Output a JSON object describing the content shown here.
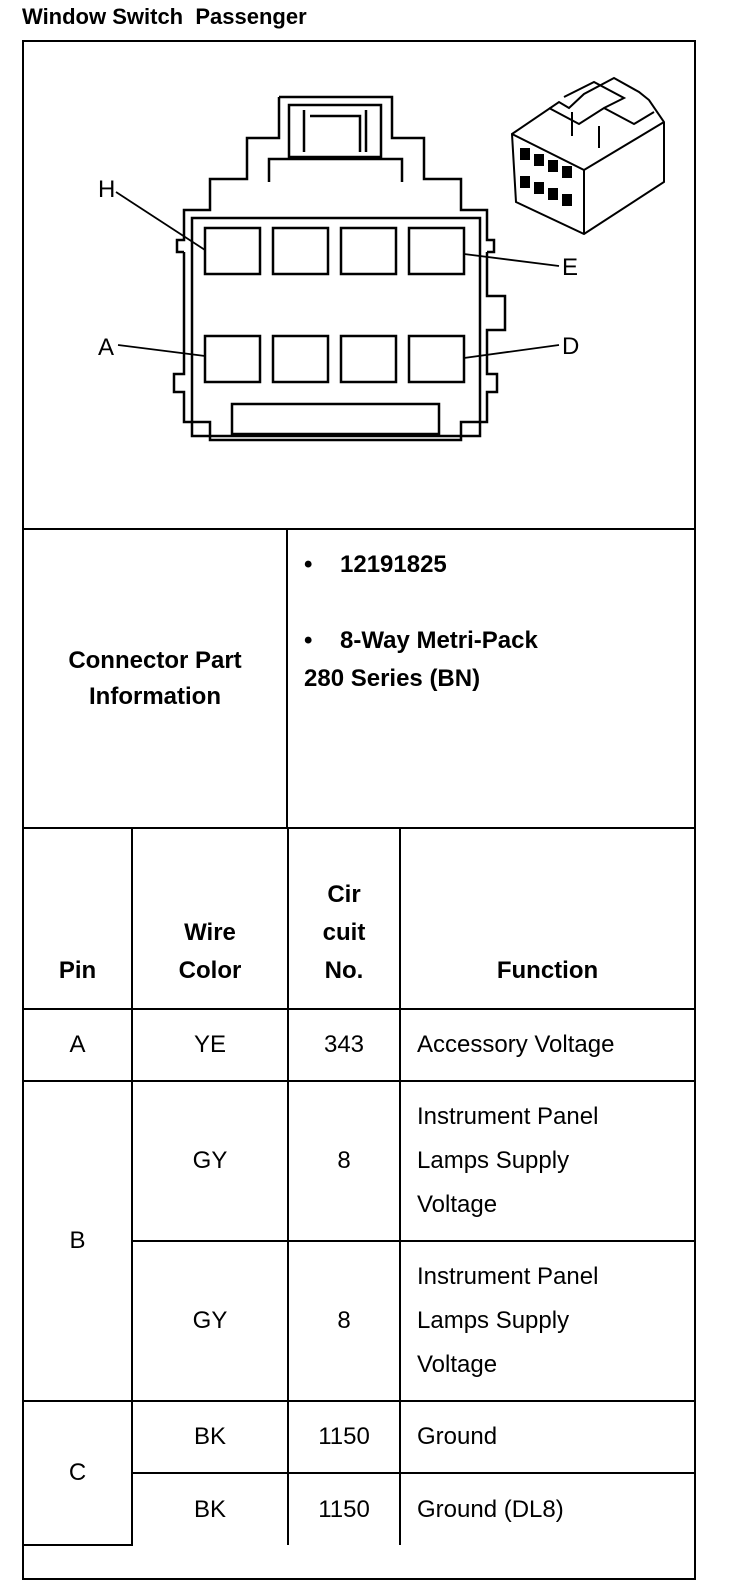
{
  "title": "Window Switch  Passenger",
  "diagram": {
    "pin_labels": {
      "h": "H",
      "e": "E",
      "a": "A",
      "d": "D"
    },
    "icon": "connector-3d-icon"
  },
  "connector_info": {
    "label_line1": "Connector Part",
    "label_line2": "Information",
    "items": [
      {
        "bullet": "•",
        "line1": "12191825",
        "line2": ""
      },
      {
        "bullet": "•",
        "line1": "8-Way Metri-Pack",
        "line2": "280 Series (BN)"
      }
    ]
  },
  "table": {
    "headers": {
      "pin": "Pin",
      "wire_color_1": "Wire",
      "wire_color_2": "Color",
      "circuit_1": "Cir",
      "circuit_2": "cuit",
      "circuit_3": "No.",
      "function": "Function"
    },
    "rows": [
      {
        "pin": "A",
        "color": "YE",
        "circuit": "343",
        "function": [
          "Accessory Voltage"
        ]
      },
      {
        "pin": "B",
        "color": "GY",
        "circuit": "8",
        "function": [
          "Instrument Panel",
          "Lamps Supply",
          "Voltage"
        ]
      },
      {
        "pin": "",
        "color": "GY",
        "circuit": "8",
        "function": [
          "Instrument Panel",
          "Lamps Supply",
          "Voltage"
        ]
      },
      {
        "pin": "C",
        "color": "BK",
        "circuit": "1150",
        "function": [
          "Ground"
        ]
      },
      {
        "pin": "",
        "color": "BK",
        "circuit": "1150",
        "function": [
          "Ground (DL8)"
        ]
      }
    ]
  }
}
